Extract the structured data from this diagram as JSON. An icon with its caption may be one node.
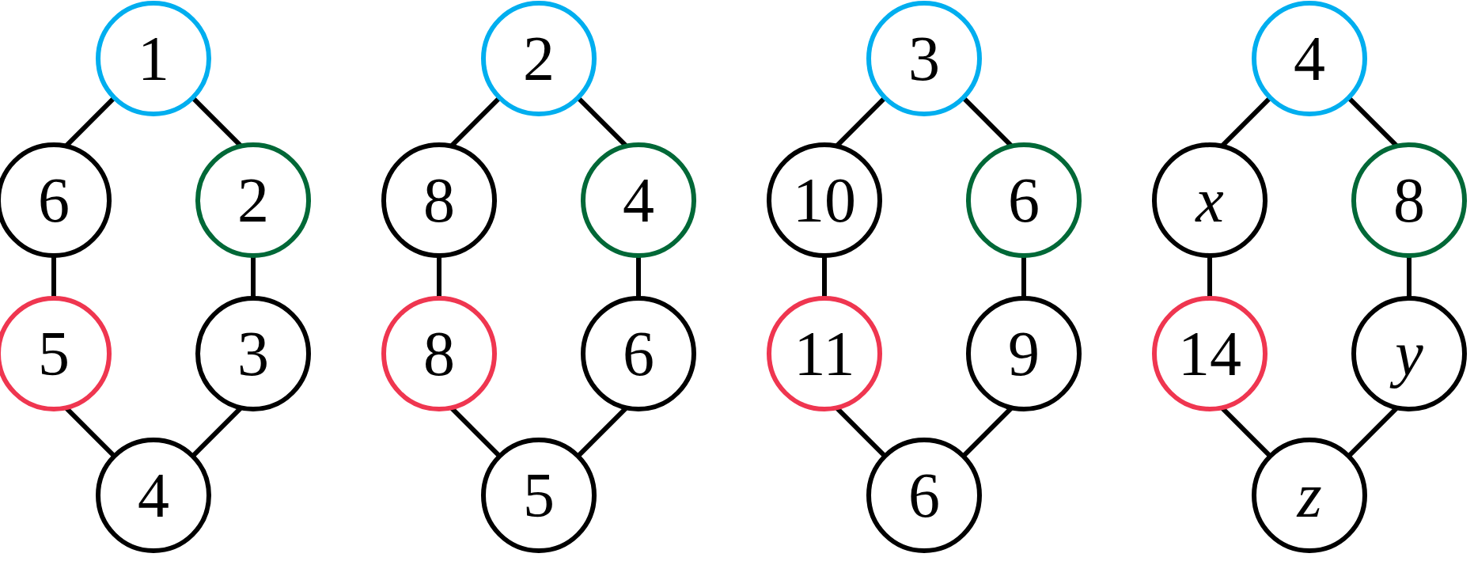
{
  "diagram": {
    "nodes": [
      {
        "text": [
          "1"
        ]
      },
      {
        "text": [
          "6"
        ]
      },
      {
        "text": [
          "2"
        ]
      },
      {
        "text": [
          "5"
        ]
      },
      {
        "text": [
          "3"
        ]
      },
      {
        "text": [
          "4"
        ]
      },
      {
        "text": [
          "2"
        ]
      },
      {
        "text": [
          "8"
        ]
      },
      {
        "text": [
          "4"
        ]
      },
      {
        "text": [
          "8"
        ]
      },
      {
        "text": [
          "6"
        ]
      },
      {
        "text": [
          "5"
        ]
      },
      {
        "text": [
          "3"
        ]
      },
      {
        "text": [
          "10"
        ]
      },
      {
        "text": [
          "6"
        ]
      },
      {
        "text": [
          "11"
        ]
      },
      {
        "text": [
          "9"
        ]
      },
      {
        "text": [
          "6"
        ]
      },
      {
        "text": [
          "4"
        ]
      },
      {
        "text": [
          "x"
        ]
      },
      {
        "text": [
          "8"
        ]
      },
      {
        "text": [
          "14"
        ]
      },
      {
        "text": [
          "y"
        ]
      },
      {
        "text": [
          "z"
        ]
      }
    ],
    "edges": [
      {
        "from": 0,
        "to": 1,
        "arrow": "none"
      },
      {
        "from": 0,
        "to": 2,
        "arrow": "none"
      },
      {
        "from": 1,
        "to": 3,
        "arrow": "none"
      },
      {
        "from": 2,
        "to": 4,
        "arrow": "none"
      },
      {
        "from": 3,
        "to": 5,
        "arrow": "none"
      },
      {
        "from": 4,
        "to": 5,
        "arrow": "none"
      },
      {
        "from": 6,
        "to": 7,
        "arrow": "none"
      },
      {
        "from": 6,
        "to": 8,
        "arrow": "none"
      },
      {
        "from": 7,
        "to": 9,
        "arrow": "none"
      },
      {
        "from": 8,
        "to": 10,
        "arrow": "none"
      },
      {
        "from": 9,
        "to": 11,
        "arrow": "none"
      },
      {
        "from": 10,
        "to": 11,
        "arrow": "none"
      },
      {
        "from": 12,
        "to": 13,
        "arrow": "none"
      },
      {
        "from": 12,
        "to": 14,
        "arrow": "none"
      },
      {
        "from": 13,
        "to": 15,
        "arrow": "none"
      },
      {
        "from": 14,
        "to": 16,
        "arrow": "none"
      },
      {
        "from": 15,
        "to": 17,
        "arrow": "none"
      },
      {
        "from": 16,
        "to": 17,
        "arrow": "none"
      },
      {
        "from": 18,
        "to": 19,
        "arrow": "none"
      },
      {
        "from": 18,
        "to": 20,
        "arrow": "none"
      },
      {
        "from": 19,
        "to": 21,
        "arrow": "none"
      },
      {
        "from": 20,
        "to": 22,
        "arrow": "none"
      },
      {
        "from": 21,
        "to": 23,
        "arrow": "none"
      },
      {
        "from": 22,
        "to": 23,
        "arrow": "none"
      }
    ]
  }
}
